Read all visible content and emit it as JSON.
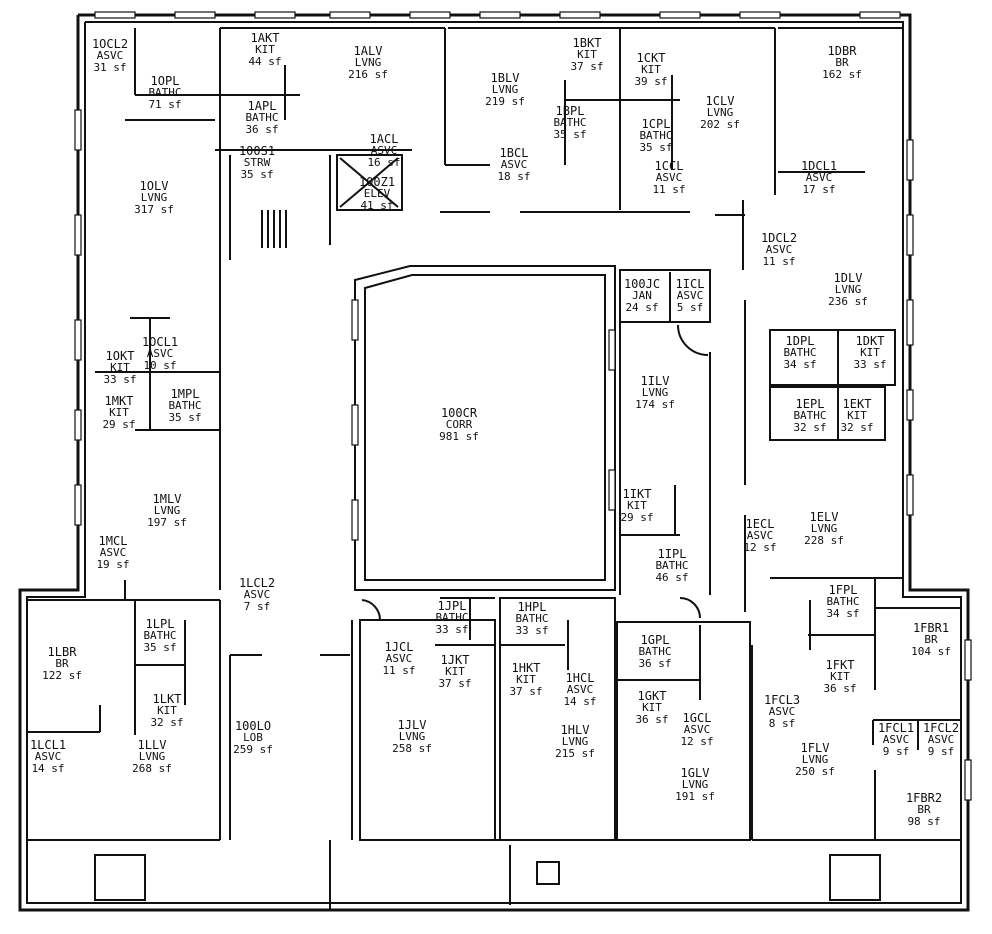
{
  "rooms": [
    {
      "id": "1OCL2",
      "type": "ASVC",
      "area": "31 sf"
    },
    {
      "id": "1OPL",
      "type": "BATHC",
      "area": "71 sf"
    },
    {
      "id": "1AKT",
      "type": "KIT",
      "area": "44 sf"
    },
    {
      "id": "1ALV",
      "type": "LVNG",
      "area": "216 sf"
    },
    {
      "id": "1APL",
      "type": "BATHC",
      "area": "36 sf"
    },
    {
      "id": "1ACL",
      "type": "ASVC",
      "area": "16 sf"
    },
    {
      "id": "100S1",
      "type": "STRW",
      "area": "35 sf"
    },
    {
      "id": "100Z1",
      "type": "ELEV",
      "area": "41 sf"
    },
    {
      "id": "1OLV",
      "type": "LVNG",
      "area": "317 sf"
    },
    {
      "id": "1BLV",
      "type": "LVNG",
      "area": "219 sf"
    },
    {
      "id": "1BKT",
      "type": "KIT",
      "area": "37 sf"
    },
    {
      "id": "1BPL",
      "type": "BATHC",
      "area": "35 sf"
    },
    {
      "id": "1BCL",
      "type": "ASVC",
      "area": "18 sf"
    },
    {
      "id": "1CKT",
      "type": "KIT",
      "area": "39 sf"
    },
    {
      "id": "1CPL",
      "type": "BATHC",
      "area": "35 sf"
    },
    {
      "id": "1CCL",
      "type": "ASVC",
      "area": "11 sf"
    },
    {
      "id": "1CLV",
      "type": "LVNG",
      "area": "202 sf"
    },
    {
      "id": "1DBR",
      "type": "BR",
      "area": "162 sf"
    },
    {
      "id": "1DCL1",
      "type": "ASVC",
      "area": "17 sf"
    },
    {
      "id": "1DCL2",
      "type": "ASVC",
      "area": "11 sf"
    },
    {
      "id": "1DLV",
      "type": "LVNG",
      "area": "236 sf"
    },
    {
      "id": "100JC",
      "type": "JAN",
      "area": "24 sf"
    },
    {
      "id": "1ICL",
      "type": "ASVC",
      "area": "5 sf"
    },
    {
      "id": "1DPL",
      "type": "BATHC",
      "area": "34 sf"
    },
    {
      "id": "1DKT",
      "type": "KIT",
      "area": "33 sf"
    },
    {
      "id": "1EPL",
      "type": "BATHC",
      "area": "32 sf"
    },
    {
      "id": "1EKT",
      "type": "KIT",
      "area": "32 sf"
    },
    {
      "id": "1ILV",
      "type": "LVNG",
      "area": "174 sf"
    },
    {
      "id": "100CR",
      "type": "CORR",
      "area": "981 sf"
    },
    {
      "id": "1IKT",
      "type": "KIT",
      "area": "29 sf"
    },
    {
      "id": "1IPL",
      "type": "BATHC",
      "area": "46 sf"
    },
    {
      "id": "1ECL",
      "type": "ASVC",
      "area": "12 sf"
    },
    {
      "id": "1ELV",
      "type": "LVNG",
      "area": "228 sf"
    },
    {
      "id": "1OKT",
      "type": "KIT",
      "area": "33 sf"
    },
    {
      "id": "1OCL1",
      "type": "ASVC",
      "area": "10 sf"
    },
    {
      "id": "1MKT",
      "type": "KIT",
      "area": "29 sf"
    },
    {
      "id": "1MPL",
      "type": "BATHC",
      "area": "35 sf"
    },
    {
      "id": "1MLV",
      "type": "LVNG",
      "area": "197 sf"
    },
    {
      "id": "1MCL",
      "type": "ASVC",
      "area": "19 sf"
    },
    {
      "id": "1LCL2",
      "type": "ASVC",
      "area": "7 sf"
    },
    {
      "id": "1LBR",
      "type": "BR",
      "area": "122 sf"
    },
    {
      "id": "1LPL",
      "type": "BATHC",
      "area": "35 sf"
    },
    {
      "id": "1LKT",
      "type": "KIT",
      "area": "32 sf"
    },
    {
      "id": "1LCL1",
      "type": "ASVC",
      "area": "14 sf"
    },
    {
      "id": "1LLV",
      "type": "LVNG",
      "area": "268 sf"
    },
    {
      "id": "100LO",
      "type": "LOB",
      "area": "259 sf"
    },
    {
      "id": "1JPL",
      "type": "BATHC",
      "area": "33 sf"
    },
    {
      "id": "1JCL",
      "type": "ASVC",
      "area": "11 sf"
    },
    {
      "id": "1JKT",
      "type": "KIT",
      "area": "37 sf"
    },
    {
      "id": "1JLV",
      "type": "LVNG",
      "area": "258 sf"
    },
    {
      "id": "1HPL",
      "type": "BATHC",
      "area": "33 sf"
    },
    {
      "id": "1HKT",
      "type": "KIT",
      "area": "37 sf"
    },
    {
      "id": "1HCL",
      "type": "ASVC",
      "area": "14 sf"
    },
    {
      "id": "1HLV",
      "type": "LVNG",
      "area": "215 sf"
    },
    {
      "id": "1GPL",
      "type": "BATHC",
      "area": "36 sf"
    },
    {
      "id": "1GKT",
      "type": "KIT",
      "area": "36 sf"
    },
    {
      "id": "1GCL",
      "type": "ASVC",
      "area": "12 sf"
    },
    {
      "id": "1GLV",
      "type": "LVNG",
      "area": "191 sf"
    },
    {
      "id": "1FPL",
      "type": "BATHC",
      "area": "34 sf"
    },
    {
      "id": "1FBR1",
      "type": "BR",
      "area": "104 sf"
    },
    {
      "id": "1FKT",
      "type": "KIT",
      "area": "36 sf"
    },
    {
      "id": "1FCL3",
      "type": "ASVC",
      "area": "8 sf"
    },
    {
      "id": "1FLV",
      "type": "LVNG",
      "area": "250 sf"
    },
    {
      "id": "1FCL1",
      "type": "ASVC",
      "area": "9 sf"
    },
    {
      "id": "1FCL2",
      "type": "ASVC",
      "area": "9 sf"
    },
    {
      "id": "1FBR2",
      "type": "BR",
      "area": "98 sf"
    }
  ]
}
